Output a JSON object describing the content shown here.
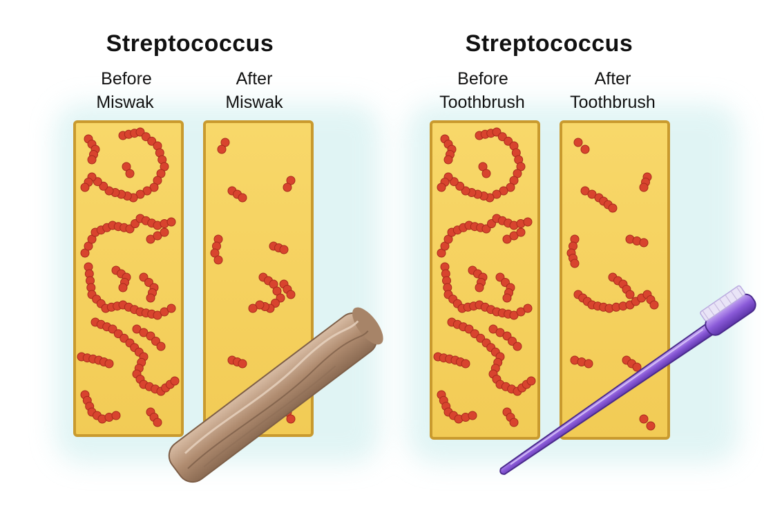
{
  "panels": [
    {
      "title": "Streptococcus",
      "slides": [
        {
          "caption_line1": "Before",
          "caption_line2": "Miswak"
        },
        {
          "caption_line1": "After",
          "caption_line2": "Miswak"
        }
      ],
      "tool": "miswak-stick"
    },
    {
      "title": "Streptococcus",
      "slides": [
        {
          "caption_line1": "Before",
          "caption_line2": "Toothbrush"
        },
        {
          "caption_line1": "After",
          "caption_line2": "Toothbrush"
        }
      ],
      "tool": "toothbrush"
    }
  ],
  "colors": {
    "slide_fill": "#f6d25e",
    "slide_border": "#c99a2e",
    "bacteria": "#d8442e",
    "miswak": "#b89478",
    "toothbrush": "#8a5ad8",
    "glow": "#c8ecec"
  }
}
